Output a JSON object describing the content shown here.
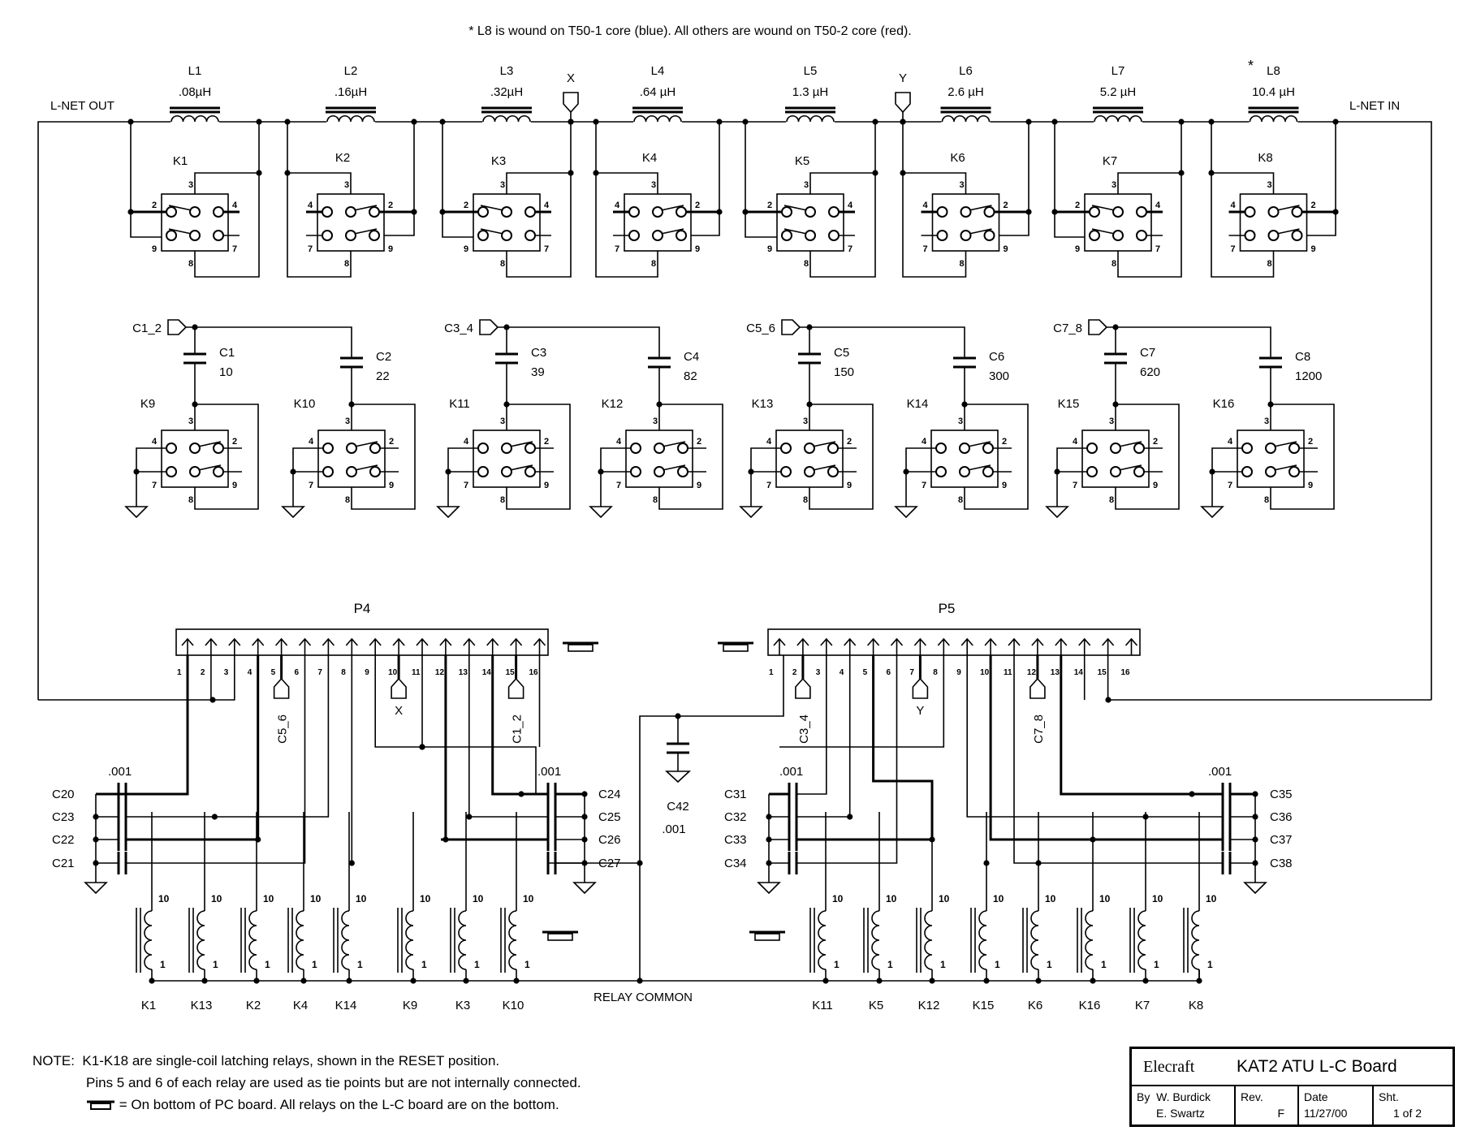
{
  "header_note": "*  L8 is wound on T50-1 core (blue). All others are wound on T50-2 core (red).",
  "ports": {
    "lnet_out": "L-NET OUT",
    "lnet_in": "L-NET IN",
    "x": "X",
    "y": "Y"
  },
  "inductors": [
    {
      "ref": "L1",
      "value": ".08µH",
      "relay": "K1",
      "star": false
    },
    {
      "ref": "L2",
      "value": ".16µH",
      "relay": "K2",
      "star": false
    },
    {
      "ref": "L3",
      "value": ".32µH",
      "relay": "K3",
      "star": false
    },
    {
      "ref": "L4",
      "value": ".64 µH",
      "relay": "K4",
      "star": false
    },
    {
      "ref": "L5",
      "value": "1.3 µH",
      "relay": "K5",
      "star": false
    },
    {
      "ref": "L6",
      "value": "2.6 µH",
      "relay": "K6",
      "star": false
    },
    {
      "ref": "L7",
      "value": "5.2 µH",
      "relay": "K7",
      "star": false
    },
    {
      "ref": "L8",
      "value": "10.4 µH",
      "relay": "K8",
      "star": true
    }
  ],
  "star": "*",
  "capacitor_groups": [
    {
      "net": "C1_2",
      "caps": [
        {
          "ref": "C1",
          "value": "10",
          "relay": "K9"
        },
        {
          "ref": "C2",
          "value": "22",
          "relay": "K10"
        }
      ]
    },
    {
      "net": "C3_4",
      "caps": [
        {
          "ref": "C3",
          "value": "39",
          "relay": "K11"
        },
        {
          "ref": "C4",
          "value": "82",
          "relay": "K12"
        }
      ]
    },
    {
      "net": "C5_6",
      "caps": [
        {
          "ref": "C5",
          "value": "150",
          "relay": "K13"
        },
        {
          "ref": "C6",
          "value": "300",
          "relay": "K14"
        }
      ]
    },
    {
      "net": "C7_8",
      "caps": [
        {
          "ref": "C7",
          "value": "620",
          "relay": "K15"
        },
        {
          "ref": "C8",
          "value": "1200",
          "relay": "K16"
        }
      ]
    }
  ],
  "relay_pins": {
    "p2": "2",
    "p3": "3",
    "p4": "4",
    "p7": "7",
    "p8": "8",
    "p9": "9"
  },
  "connectors": {
    "p4": {
      "ref": "P4",
      "pins": [
        "1",
        "2",
        "3",
        "4",
        "5",
        "6",
        "7",
        "8",
        "9",
        "10",
        "11",
        "12",
        "13",
        "14",
        "15",
        "16"
      ],
      "net_flags": [
        {
          "pin": 5,
          "net": "C5_6"
        },
        {
          "pin": 10,
          "net": "X"
        },
        {
          "pin": 15,
          "net": "C1_2"
        }
      ]
    },
    "p5": {
      "ref": "P5",
      "pins": [
        "1",
        "2",
        "3",
        "4",
        "5",
        "6",
        "7",
        "8",
        "9",
        "10",
        "11",
        "12",
        "13",
        "14",
        "15",
        "16"
      ],
      "net_flags": [
        {
          "pin": 2,
          "net": "C3_4"
        },
        {
          "pin": 7,
          "net": "Y"
        },
        {
          "pin": 12,
          "net": "C7_8"
        }
      ]
    }
  },
  "bypass_caps": {
    "value": ".001",
    "left_a": [
      "C20",
      "C23",
      "C22",
      "C21"
    ],
    "left_b": [
      "C24",
      "C25",
      "C26",
      "C27"
    ],
    "right_a": [
      "C31",
      "C32",
      "C33",
      "C34"
    ],
    "right_b": [
      "C35",
      "C36",
      "C37",
      "C38"
    ],
    "c42": {
      "ref": "C42",
      "value": ".001"
    }
  },
  "coils": {
    "left": [
      "K1",
      "K13",
      "K2",
      "K4",
      "K14",
      "K9",
      "K3",
      "K10"
    ],
    "right": [
      "K11",
      "K5",
      "K12",
      "K15",
      "K6",
      "K16",
      "K7",
      "K8"
    ],
    "pin_top": "10",
    "pin_bottom": "1",
    "common_label": "RELAY COMMON"
  },
  "notes": {
    "prefix": "NOTE:",
    "line1": "K1-K18 are single-coil latching relays, shown in the RESET position.",
    "line2": "Pins 5 and 6 of each relay are used as tie points but are not internally connected.",
    "line3": "=  On bottom of PC board. All relays on the L-C board are on the bottom."
  },
  "title_block": {
    "company": "Elecraft",
    "title": "KAT2 ATU  L-C Board",
    "by_label": "By",
    "author1": "W. Burdick",
    "author2": "E. Swartz",
    "rev_label": "Rev.",
    "rev": "F",
    "date_label": "Date",
    "date": "11/27/00",
    "sheet_label": "Sht.",
    "sheet": "1 of 2"
  }
}
